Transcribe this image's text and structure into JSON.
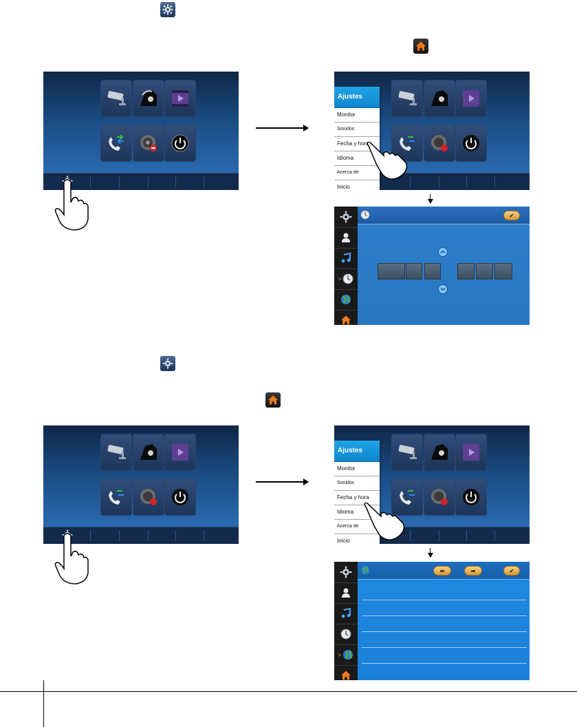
{
  "colors": {
    "screen_top": "#0f2748",
    "screen_bottom": "#2f74bd",
    "menu_header": "#1fa4e6",
    "panel": "#2f7fcb",
    "sidebar": "#1a1a1a",
    "ok_button": "#e3b15c",
    "home_icon": "#f07a1c"
  },
  "icons": {
    "settings": "gear-icon",
    "home": "home-icon",
    "monitor": "cctv-camera-icon",
    "intercom": "intercom-phone-icon",
    "video": "video-play-icon",
    "transfer": "call-transfer-icon",
    "mute": "speaker-mute-icon",
    "power": "power-icon",
    "user": "user-icon",
    "music": "music-note-icon",
    "clock": "clock-icon",
    "globe": "globe-icon",
    "up": "chevron-up-icon",
    "down": "chevron-down-icon",
    "prev": "arrow-left-icon",
    "next": "arrow-right-icon",
    "ok": "checkmark-icon"
  },
  "menu": {
    "title": "Ajustes",
    "items": [
      "Monitor",
      "Sonidos",
      "Fecha y hora",
      "Idioma",
      "Acerca de",
      "Inicio"
    ]
  },
  "datetime_panel": {
    "ok_label": "✔"
  },
  "language_panel": {
    "ok_label": "✔",
    "prev_label": "⬅",
    "next_label": "➡"
  }
}
